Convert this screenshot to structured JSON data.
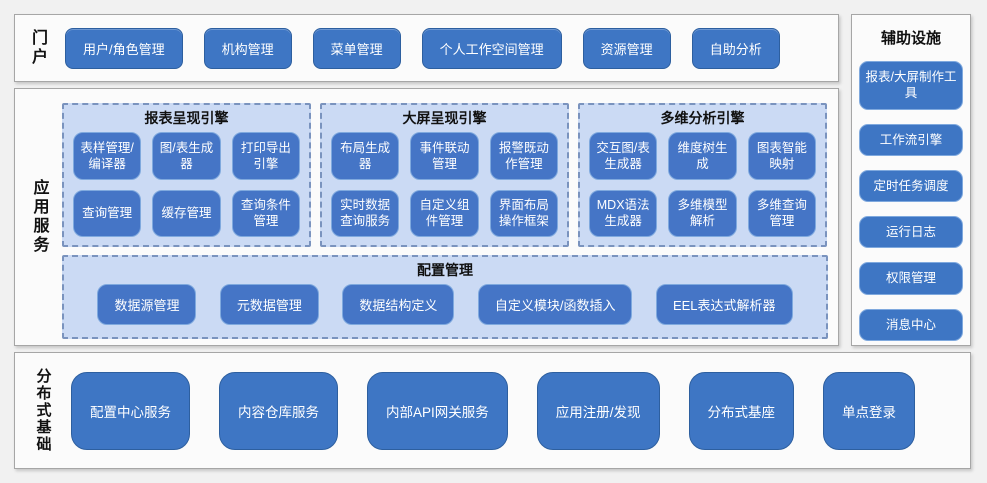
{
  "colors": {
    "page_background": "#f1f1f1",
    "section_background": "#fbfbfb",
    "section_border": "#a6a6a6",
    "button_blue": "#3e76c4",
    "button_dark_border": "#2d5f9f",
    "button_light_border": "#7fa9de",
    "group_panel_blue": "#cbdaf4",
    "group_panel_dashed_border": "#7a93be",
    "button_text": "#ffffff",
    "heading_text": "#111111"
  },
  "portal": {
    "label": "门户",
    "items": [
      "用户/角色管理",
      "机构管理",
      "菜单管理",
      "个人工作空间管理",
      "资源管理",
      "自助分析"
    ]
  },
  "app_services": {
    "label": "应用服务",
    "engines": [
      {
        "title": "报表呈现引擎",
        "items": [
          "表样管理/编译器",
          "图/表生成器",
          "打印导出引擎",
          "查询管理",
          "缓存管理",
          "查询条件管理"
        ]
      },
      {
        "title": "大屏呈现引擎",
        "items": [
          "布局生成器",
          "事件联动管理",
          "报警既动作管理",
          "实时数据查询服务",
          "自定义组件管理",
          "界面布局操作框架"
        ]
      },
      {
        "title": "多维分析引擎",
        "items": [
          "交互图/表生成器",
          "维度树生成",
          "图表智能映射",
          "MDX语法生成器",
          "多维模型解析",
          "多维查询管理"
        ]
      }
    ],
    "config": {
      "title": "配置管理",
      "items": [
        "数据源管理",
        "元数据管理",
        "数据结构定义",
        "自定义模块/函数插入",
        "EEL表达式解析器"
      ]
    }
  },
  "auxiliary": {
    "title": "辅助设施",
    "items": [
      "报表/大屏制作工具",
      "工作流引擎",
      "定时任务调度",
      "运行日志",
      "权限管理",
      "消息中心"
    ]
  },
  "foundation": {
    "label": "分布式基础",
    "items": [
      "配置中心服务",
      "内容仓库服务",
      "内部API网关服务",
      "应用注册/发现",
      "分布式基座",
      "单点登录"
    ]
  }
}
